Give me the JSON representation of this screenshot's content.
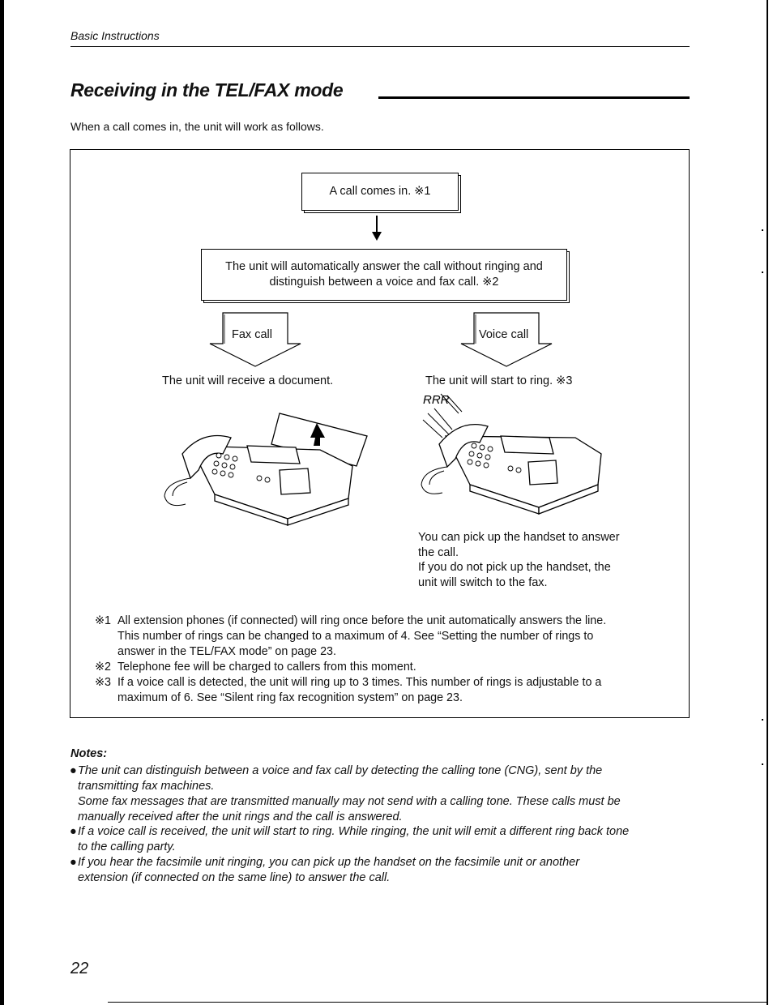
{
  "header": {
    "section": "Basic Instructions"
  },
  "title": "Receiving in the TEL/FAX mode",
  "intro": "When a call comes in, the unit will work as follows.",
  "flow": {
    "step1": "A call comes in. ※1",
    "step2_line1": "The unit will automatically answer the call without ringing and",
    "step2_line2": "distinguish between a voice and fax call. ※2",
    "fax_label": "Fax call",
    "voice_label": "Voice call",
    "fax_result": "The unit will receive a document.",
    "voice_result": "The unit will start to ring. ※3",
    "ring_text": "RRR",
    "voice_note_lines": [
      "You can pick up the handset to answer",
      "the call.",
      "If you do not pick up the handset, the",
      "unit will switch to the fax."
    ]
  },
  "footnotes": [
    {
      "mark": "※1",
      "lines": [
        "All extension phones (if connected) will ring once before the unit automatically answers the line.",
        "This number of rings can be changed to a maximum of 4. See “Setting the number of rings to",
        "answer in the TEL/FAX mode” on page 23."
      ]
    },
    {
      "mark": "※2",
      "lines": [
        "Telephone fee will be charged to callers from this moment."
      ]
    },
    {
      "mark": "※3",
      "lines": [
        "If a voice call is detected, the unit will ring up to 3 times. This number of rings is adjustable to a",
        "maximum of 6. See “Silent ring fax recognition system” on page 23."
      ]
    }
  ],
  "notes": {
    "heading": "Notes:",
    "bullet": "●",
    "items": [
      {
        "lines": [
          "The unit can distinguish between a voice and fax call by detecting the calling tone (CNG), sent by the",
          "transmitting fax machines.",
          "Some fax messages that are transmitted manually may not send with a calling tone. These calls must be",
          "manually received after the unit rings and the call is answered."
        ]
      },
      {
        "lines": [
          "If a voice call is received, the unit will start to ring. While ringing, the unit will emit a different ring back tone",
          "to the calling party."
        ]
      },
      {
        "lines": [
          "If you hear the facsimile unit ringing, you can pick up the handset on the facsimile unit or another",
          "extension (if connected on the same line) to answer the call."
        ]
      }
    ]
  },
  "page_number": "22"
}
